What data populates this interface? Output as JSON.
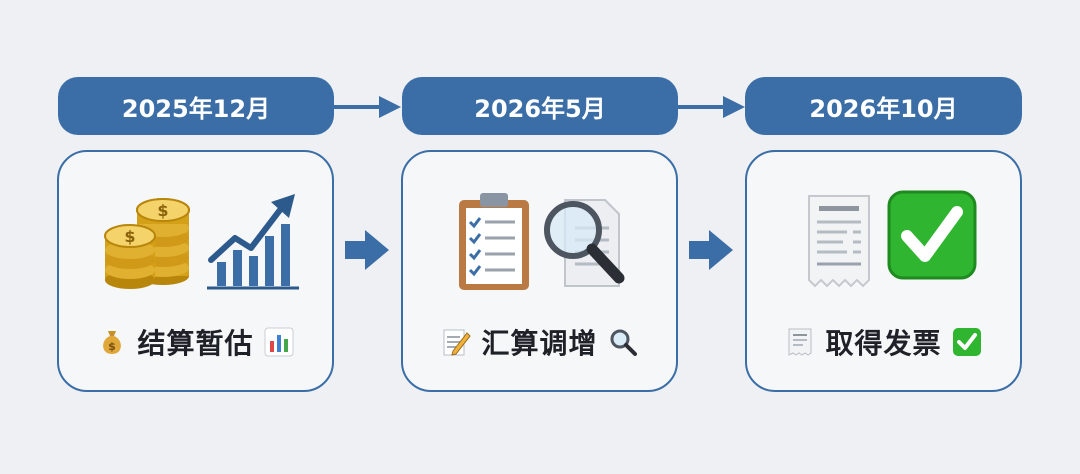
{
  "timeline": {
    "stages": [
      {
        "date": "2025年12月",
        "label": "结算暂估"
      },
      {
        "date": "2026年5月",
        "label": "汇算调增"
      },
      {
        "date": "2026年10月",
        "label": "取得发票"
      }
    ]
  },
  "colors": {
    "accent": "#3b6ea6",
    "background": "#eef0f3",
    "text": "#1e2228",
    "check_green": "#2fb52f"
  },
  "icons": {
    "stage1": [
      "coins-icon",
      "growth-chart-icon",
      "money-bag-icon",
      "bar-chart-icon"
    ],
    "stage2": [
      "clipboard-checklist-icon",
      "magnifier-document-icon",
      "memo-icon",
      "magnifier-icon"
    ],
    "stage3": [
      "receipt-icon",
      "check-mark-icon",
      "receipt-icon",
      "check-mark-icon"
    ]
  }
}
